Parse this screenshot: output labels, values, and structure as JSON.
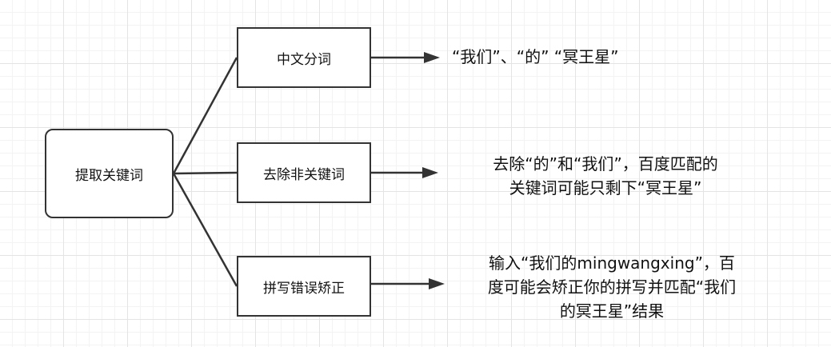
{
  "root": {
    "label": "提取关键词"
  },
  "branches": [
    {
      "label": "中文分词",
      "note_lines": [
        "“我们”、“的”  “冥王星”"
      ]
    },
    {
      "label": "去除非关键词",
      "note_lines": [
        "去除“的”和“我们”，百度匹配的",
        "关键词可能只剩下“冥王星”"
      ]
    },
    {
      "label": "拼写错误矫正",
      "note_lines": [
        "输入“我们的mingwangxing”，百",
        "度可能会矫正你的拼写并匹配“我们",
        "的冥王星”结果"
      ]
    }
  ],
  "colors": {
    "line": "#333333",
    "grid": "#e4e4e4",
    "background": "#ffffff"
  }
}
